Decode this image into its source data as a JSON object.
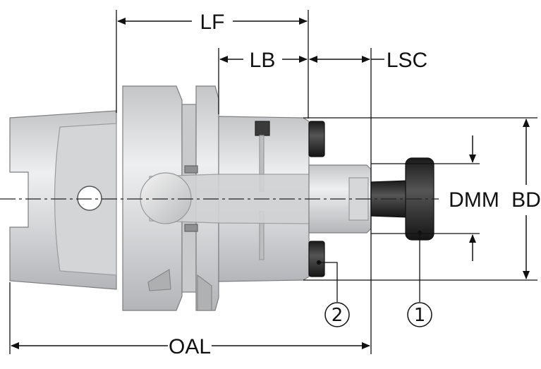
{
  "diagram": {
    "labels": {
      "lf": "LF",
      "lb": "LB",
      "lsc": "LSC",
      "dmm": "DMM",
      "bd": "BD",
      "oal": "OAL"
    },
    "callouts": {
      "one": "1",
      "two": "2"
    }
  }
}
